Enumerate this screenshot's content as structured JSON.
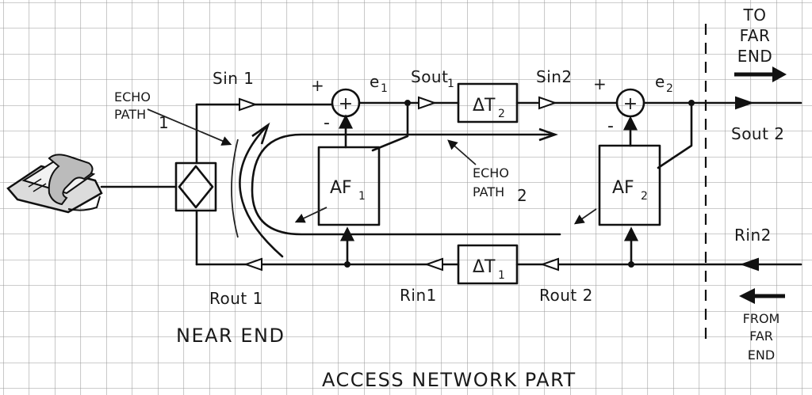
{
  "labels": {
    "sin1": "Sin 1",
    "e1": "e",
    "e1_sub": "1",
    "sout1": "Sout",
    "sout1_sub": "1",
    "sin2": "Sin2",
    "e2": "e",
    "e2_sub": "2",
    "sout2": "Sout 2",
    "rin2": "Rin2",
    "rout2": "Rout 2",
    "rin1": "Rin1",
    "rout1": "Rout 1",
    "echo_path1_l1": "ECHO",
    "echo_path1_l2": "PATH",
    "echo_path1_num": "1",
    "echo_path2_l1": "ECHO",
    "echo_path2_l2": "PATH",
    "echo_path2_num": "2",
    "near_end": "NEAR END",
    "access_network": "ACCESS NETWORK PART",
    "to_far_end": [
      "TO",
      "FAR",
      "END"
    ],
    "from_far_end": [
      "FROM",
      "FAR",
      "END"
    ],
    "plus": "+",
    "minus": "-",
    "sum_symbol": "+"
  },
  "blocks": {
    "af1": "AF",
    "af1_sub": "1",
    "af2": "AF",
    "af2_sub": "2",
    "dt2": "ΔT",
    "dt2_sub": "2",
    "dt1": "ΔT",
    "dt1_sub": "1"
  },
  "colors": {
    "ink": "#111111",
    "grid": "#9a9a9a",
    "paper": "#ffffff"
  },
  "icons": {
    "phone": "telephone-icon",
    "hybrid": "hybrid-diamond-icon"
  }
}
